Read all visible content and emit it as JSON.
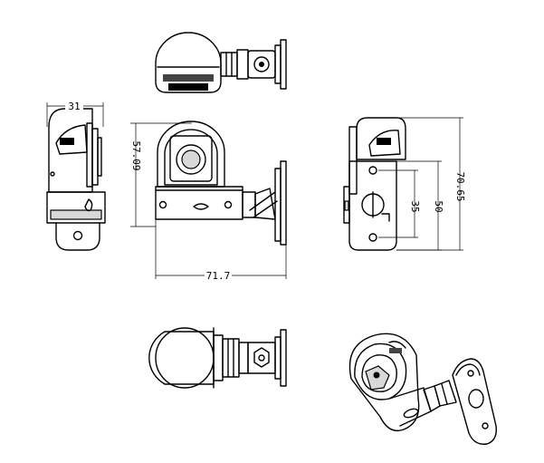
{
  "dimensions": {
    "width_depth": "31",
    "height_front": "57.09",
    "length_front": "71.7",
    "hole_spacing": "35",
    "plate_height": "50",
    "overall_height": "70.65"
  }
}
